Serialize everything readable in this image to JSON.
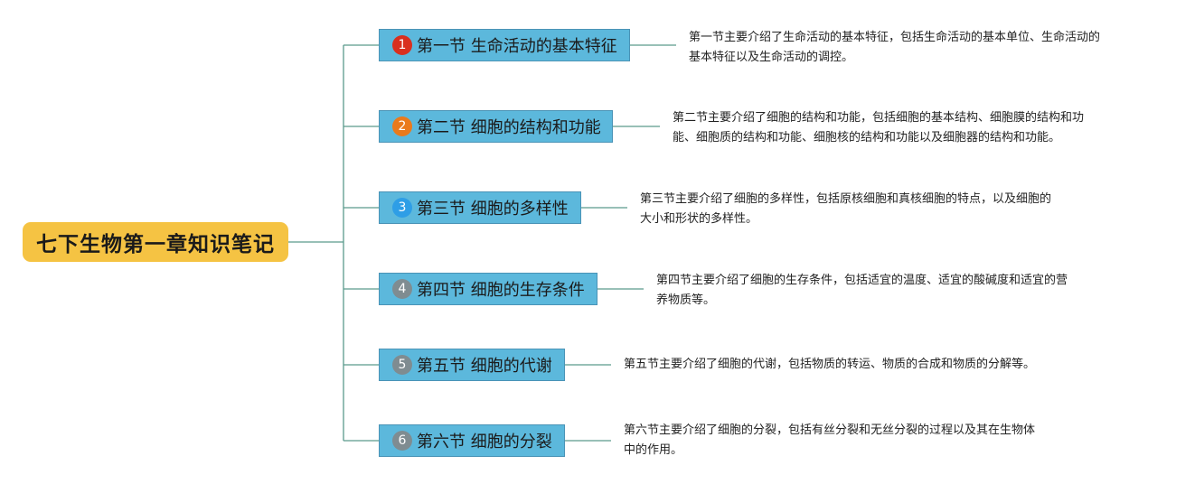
{
  "root": {
    "title": "七下生物第一章知识笔记"
  },
  "sections": [
    {
      "badge": "1",
      "badge_color": "#d9301f",
      "title": "第一节 生命活动的基本特征",
      "desc_lines": [
        "第一节主要介绍了生命活动的基本特征，包括生命活动的基本单位、生命活动的",
        "基本特征以及生命活动的调控。"
      ]
    },
    {
      "badge": "2",
      "badge_color": "#ea7a1c",
      "title": "第二节 细胞的结构和功能",
      "desc_lines": [
        "第二节主要介绍了细胞的结构和功能，包括细胞的基本结构、细胞膜的结构和功",
        "能、细胞质的结构和功能、细胞核的结构和功能以及细胞器的结构和功能。"
      ]
    },
    {
      "badge": "3",
      "badge_color": "#2e9ee6",
      "title": "第三节 细胞的多样性",
      "desc_lines": [
        "第三节主要介绍了细胞的多样性，包括原核细胞和真核细胞的特点，以及细胞的",
        "大小和形状的多样性。"
      ]
    },
    {
      "badge": "4",
      "badge_color": "#7f8c91",
      "title": "第四节 细胞的生存条件",
      "desc_lines": [
        "第四节主要介绍了细胞的生存条件，包括适宜的温度、适宜的酸碱度和适宜的营",
        "养物质等。"
      ]
    },
    {
      "badge": "5",
      "badge_color": "#7f8c91",
      "title": "第五节 细胞的代谢",
      "desc_lines": [
        "第五节主要介绍了细胞的代谢，包括物质的转运、物质的合成和物质的分解等。"
      ]
    },
    {
      "badge": "6",
      "badge_color": "#7f8c91",
      "title": "第六节 细胞的分裂",
      "desc_lines": [
        "第六节主要介绍了细胞的分裂，包括有丝分裂和无丝分裂的过程以及其在生物体",
        "中的作用。"
      ]
    }
  ],
  "colors": {
    "root_fill": "#f5c343",
    "node_fill": "#5cb8dc",
    "connector": "#5a9a8c"
  }
}
